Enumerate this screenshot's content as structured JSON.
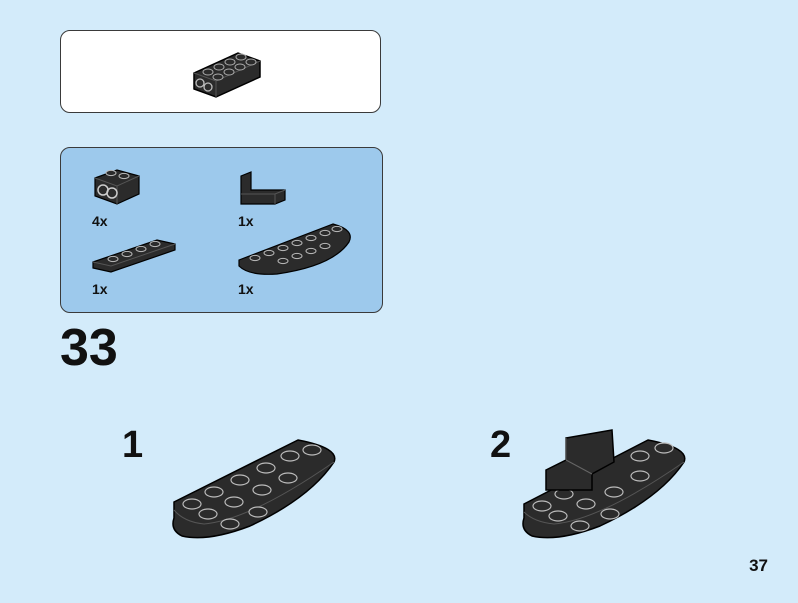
{
  "parts_list": [
    {
      "quantity": "4x",
      "part": "brick-1x2-with-holes"
    },
    {
      "quantity": "1x",
      "part": "bracket-1x2"
    },
    {
      "quantity": "1x",
      "part": "plate-1x4"
    },
    {
      "quantity": "1x",
      "part": "half-round-plate"
    }
  ],
  "step": {
    "number": "33"
  },
  "substeps": [
    {
      "number": "1"
    },
    {
      "number": "2"
    }
  ],
  "page": {
    "number": "37"
  },
  "colors": {
    "background": "#d3ebfa",
    "parts_panel": "#9dc9ec",
    "brick": "#2b2b2b"
  }
}
